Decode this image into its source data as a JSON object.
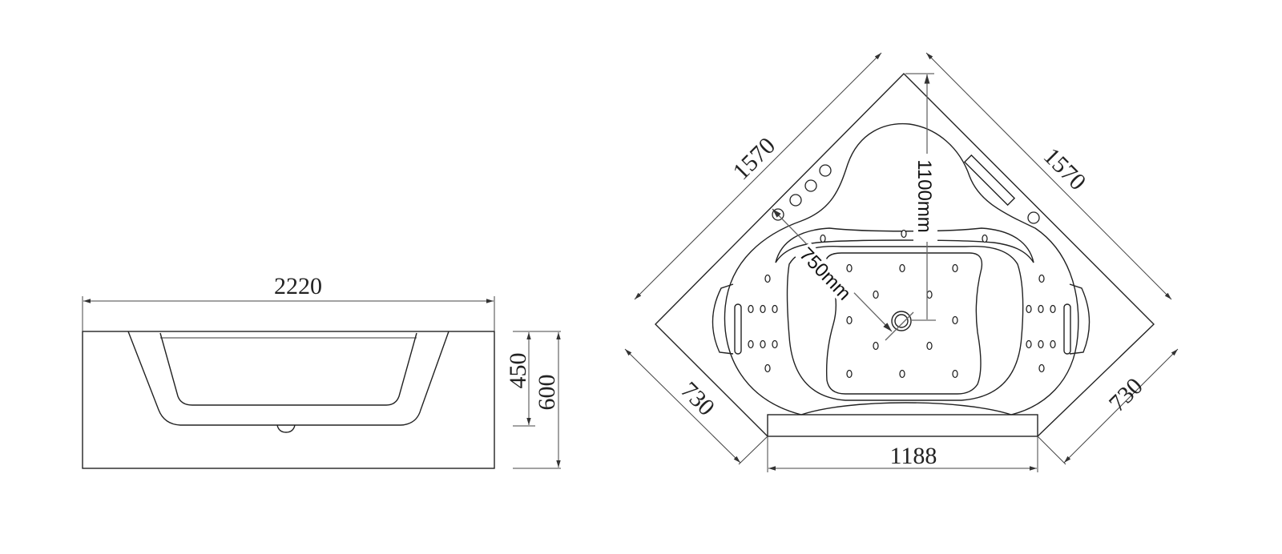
{
  "side_view": {
    "length_label": "2220",
    "inner_height_label": "450",
    "total_height_label": "600"
  },
  "top_view": {
    "left_side_label": "1570",
    "right_side_label": "1570",
    "depth_label": "1100mm",
    "radius_label": "750mm",
    "left_short_label": "730",
    "right_short_label": "730",
    "front_label": "1188"
  }
}
